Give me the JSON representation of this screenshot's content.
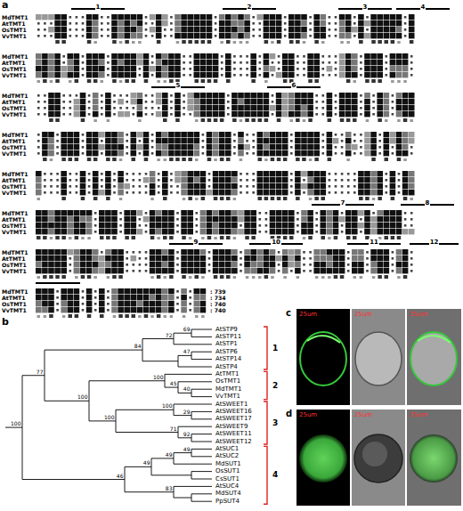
{
  "diagram": {
    "labels": [
      "a",
      "1",
      "2",
      "3",
      "4",
      "MdTMT1",
      "AtTMT1",
      "OsTMT1",
      "VvTMT1",
      "MdTMT1",
      "AtTMT1",
      "OsTMT1",
      "VvTMT1",
      "5",
      "6",
      "MdTMT1",
      "AtTMT1",
      "OsTMT1",
      "VvTMT1",
      "MdTMT1",
      "AtTMT1",
      "OsTMT1",
      "VvTMT1",
      "MdTMT1",
      "AtTMT1",
      "OsTMT1",
      "VvTMT1",
      "7",
      "8",
      "MdTMT1",
      "AtTMT1",
      "OsTMT1",
      "VvTMT1",
      "9",
      "10",
      "11",
      "12",
      "MdTMT1",
      "AtTMT1",
      "OsTMT1",
      "VvTMT1",
      "MdTMT1",
      "AtTMT1",
      "OsTMT1",
      "VvTMT1",
      ": 739",
      ": 734",
      ": 740",
      ": 740",
      "b",
      "AtSTP9",
      "AtSTP11",
      "AtSTP1",
      "AtSTP6",
      "AtSTP14",
      "AtSTP4",
      "AtTMT1",
      "OsTMT1",
      "MdTMT1",
      "VvTMT1",
      "AtSWEET1",
      "AtSWEET16",
      "AtSWEET17",
      "AtSWEET9",
      "AtSWEET11",
      "AtSWEET12",
      "AtSUC1",
      "AtSUC2",
      "MdSUT1",
      "OsSUT1",
      "CsSUT1",
      "AtSUC4",
      "MdSUT4",
      "PpSUT4",
      "69",
      "72",
      "47",
      "84",
      "40",
      "45",
      "100",
      "29",
      "100",
      "92",
      "71",
      "100",
      "100",
      "77",
      "49",
      "49",
      "49",
      "83",
      "46",
      "100",
      "1",
      "2",
      "3",
      "4",
      "c",
      "25um",
      "25um",
      "25um",
      "d",
      "25um",
      "25um",
      "25um"
    ]
  }
}
